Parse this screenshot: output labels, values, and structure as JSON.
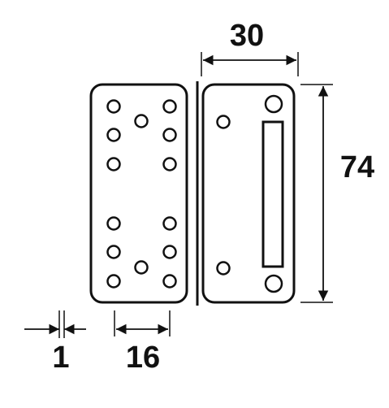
{
  "dimensions": {
    "width": "30",
    "height": "74",
    "thickness": "1",
    "hole_spacing": "16"
  },
  "colors": {
    "stroke": "#111111",
    "background": "#ffffff"
  }
}
